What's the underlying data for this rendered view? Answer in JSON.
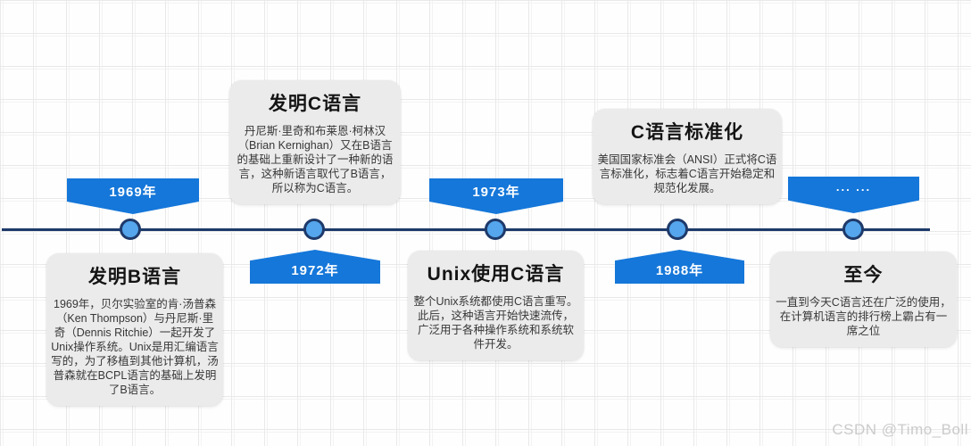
{
  "colors": {
    "banner_blue": "#1577d9",
    "timeline_navy": "#1e3a6a",
    "node_fill": "#55a6ec",
    "card_bg": "#ebebeb"
  },
  "watermark": "CSDN @Timo_Boll",
  "timeline": {
    "events": [
      {
        "year": "1969年",
        "card": {
          "title": "发明B语言",
          "body": "1969年，贝尔实验室的肯·汤普森（Ken Thompson）与丹尼斯·里奇（Dennis Ritchie）一起开发了Unix操作系统。Unix是用汇编语言写的，为了移植到其他计算机，汤普森就在BCPL语言的基础上发明了B语言。"
        }
      },
      {
        "year": "1972年",
        "card": {
          "title": "发明C语言",
          "body": "丹尼斯·里奇和布莱恩·柯林汉（Brian Kernighan）又在B语言的基础上重新设计了一种新的语言，这种新语言取代了B语言，所以称为C语言。"
        }
      },
      {
        "year": "1973年",
        "card": {
          "title": "Unix使用C语言",
          "body": "整个Unix系统都使用C语言重写。此后，这种语言开始快速流传，广泛用于各种操作系统和系统软件开发。"
        }
      },
      {
        "year": "1988年",
        "card": {
          "title": "C语言标准化",
          "body": "美国国家标准会（ANSI）正式将C语言标准化，标志着C语言开始稳定和规范化发展。"
        }
      },
      {
        "year": "... ...",
        "card": {
          "title": "至今",
          "body": "一直到今天C语言还在广泛的使用，在计算机语言的排行榜上霸占有一席之位"
        }
      }
    ]
  }
}
